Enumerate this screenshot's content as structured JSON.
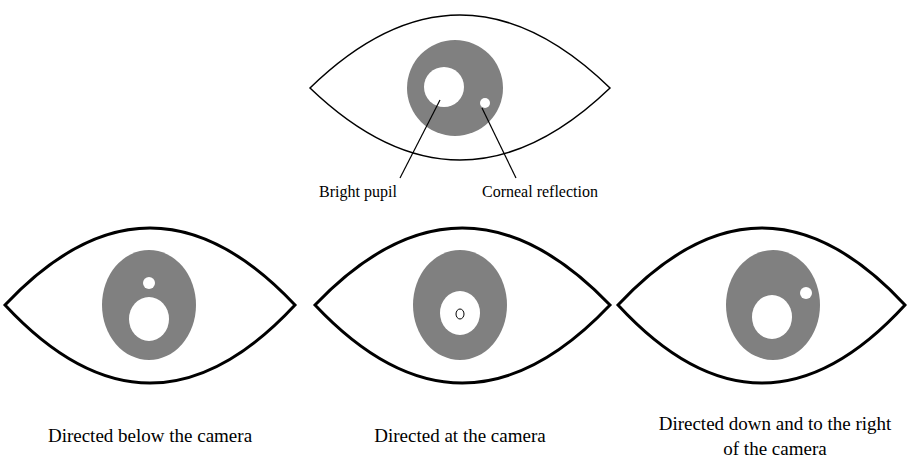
{
  "diagram": {
    "labels": [
      "Bright pupil",
      "Corneal reflection",
      "Directed below the camera",
      "Directed at the camera",
      "Directed down and to the right of the camera"
    ]
  }
}
